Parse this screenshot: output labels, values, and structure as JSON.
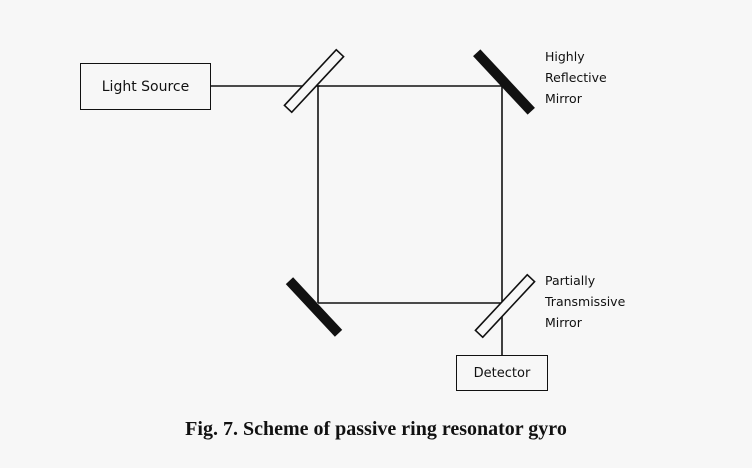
{
  "components": {
    "light_source": "Light Source",
    "detector": "Detector"
  },
  "labels": {
    "highly_reflective_mirror": [
      "Highly",
      "Reflective",
      "Mirror"
    ],
    "partially_transmissive_mirror": [
      "Partially",
      "Transmissive",
      "Mirror"
    ]
  },
  "caption": "Fig. 7. Scheme of passive ring resonator gyro"
}
